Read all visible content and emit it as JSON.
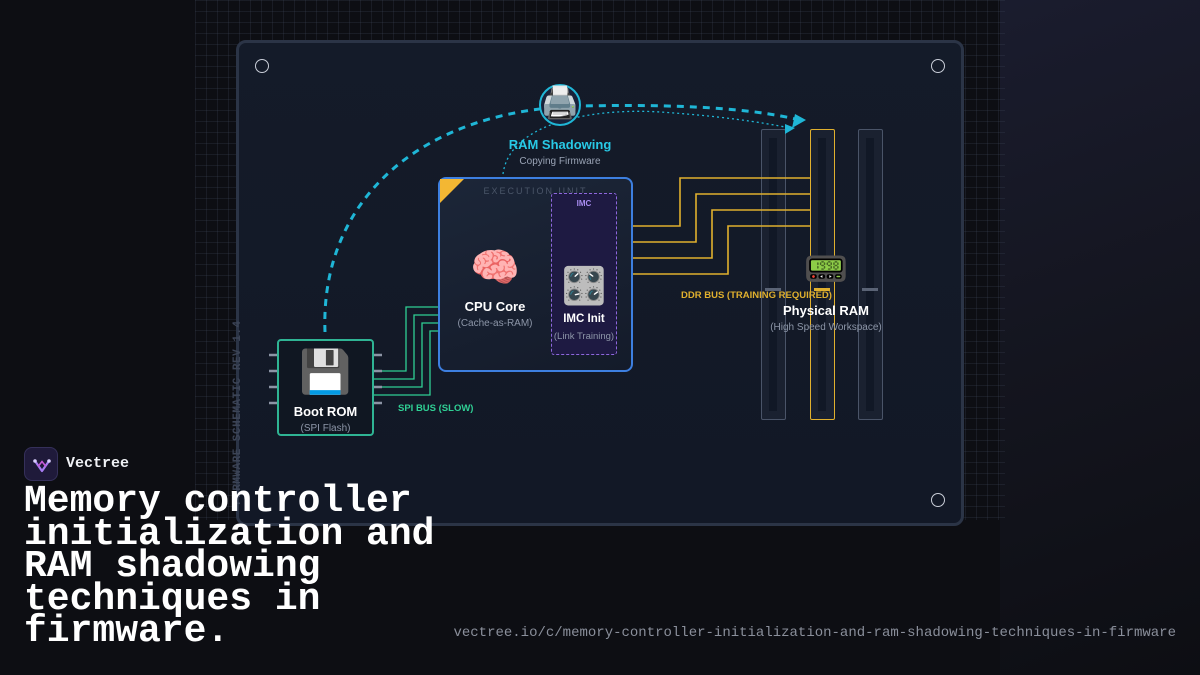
{
  "brand": {
    "name": "Vectree"
  },
  "headline": "Memory controller initialization and RAM shadowing techniques in firmware.",
  "url": "vectree.io/c/memory-controller-initialization-and-ram-shadowing-techniques-in-firmware",
  "schematic": {
    "revision_label": "FIRMWARE SCHEMATIC REV 1.4",
    "boot_rom": {
      "icon": "floppy-disk-icon",
      "title": "Boot ROM",
      "subtitle": "(SPI Flash)"
    },
    "cpu": {
      "unit_label": "EXECUTION UNIT",
      "icon": "brain-icon",
      "title": "CPU Core",
      "subtitle": "(Cache-as-RAM)"
    },
    "imc": {
      "badge": "IMC",
      "icon": "control-knobs-icon",
      "title": "IMC Init",
      "subtitle": "(Link Training)"
    },
    "ram": {
      "icon": "pager-icon",
      "title": "Physical RAM",
      "subtitle": "(High Speed Workspace)"
    },
    "shadowing": {
      "icon": "printer-icon",
      "title": "RAM Shadowing",
      "subtitle": "Copying Firmware"
    },
    "buses": {
      "spi": {
        "label": "SPI BUS (SLOW)",
        "color": "#2fcf94"
      },
      "ddr": {
        "label": "DDR BUS (TRAINING REQUIRED)",
        "color": "#e0b02e"
      }
    },
    "colors": {
      "accent_cyan": "#1fb6d6",
      "cpu_border": "#3d7fe0",
      "imc_border": "#8e68dd",
      "boot_border": "#2fb494",
      "highlight_slot": "#e0b02e"
    }
  }
}
